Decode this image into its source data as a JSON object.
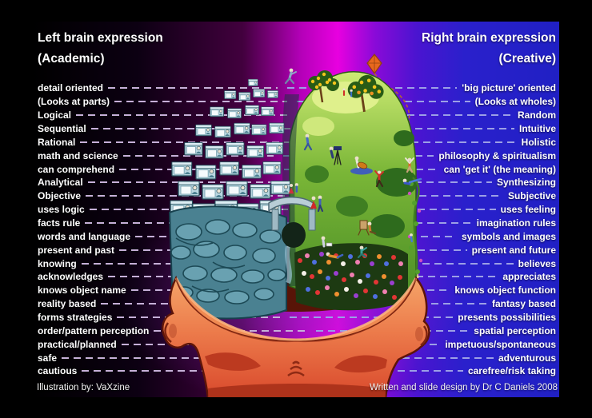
{
  "slide": {
    "title_left": {
      "line1": "Left brain expression",
      "line2": "(Academic)"
    },
    "title_right": {
      "line1": "Right brain expression",
      "line2": "(Creative)"
    },
    "rows": [
      {
        "left": "detail oriented",
        "right": "'big picture' oriented"
      },
      {
        "left": "(Looks at parts)",
        "right": "(Looks at wholes)"
      },
      {
        "left": "Logical",
        "right": "Random"
      },
      {
        "left": "Sequential",
        "right": "Intuitive"
      },
      {
        "left": "Rational",
        "right": "Holistic"
      },
      {
        "left": "math and science",
        "right": "philosophy & spiritualism"
      },
      {
        "left": "can comprehend",
        "right": "can 'get it' (the meaning)"
      },
      {
        "left": "Analytical",
        "right": "Synthesizing"
      },
      {
        "left": "Objective",
        "right": "Subjective"
      },
      {
        "left": "uses logic",
        "right": "uses feeling"
      },
      {
        "left": "facts rule",
        "right": "imagination rules"
      },
      {
        "left": "words and language",
        "right": "symbols and images"
      },
      {
        "left": "present and past",
        "right": "present and future"
      },
      {
        "left": "knowing",
        "right": "believes"
      },
      {
        "left": "acknowledges",
        "right": "appreciates"
      },
      {
        "left": "knows object name",
        "right": "knows object function"
      },
      {
        "left": "reality based",
        "right": "fantasy based"
      },
      {
        "left": "forms strategies",
        "right": "presents possibilities"
      },
      {
        "left": "order/pattern perception",
        "right": "spatial perception"
      },
      {
        "left": "practical/planned",
        "right": "impetuous/spontaneous"
      },
      {
        "left": "safe",
        "right": "adventurous"
      },
      {
        "left": "cautious",
        "right": "carefree/risk taking"
      }
    ],
    "credits": {
      "left": "Illustration by: VaXzine",
      "right": "Written and slide design by Dr C Daniels 2008"
    },
    "colors": {
      "left_dash": "#c6b0d8",
      "right_dash": "#9c9fe6",
      "magenta_band": "#e800e0",
      "right_blue": "#2020c4",
      "head_skin": "#ec7b4b"
    }
  }
}
